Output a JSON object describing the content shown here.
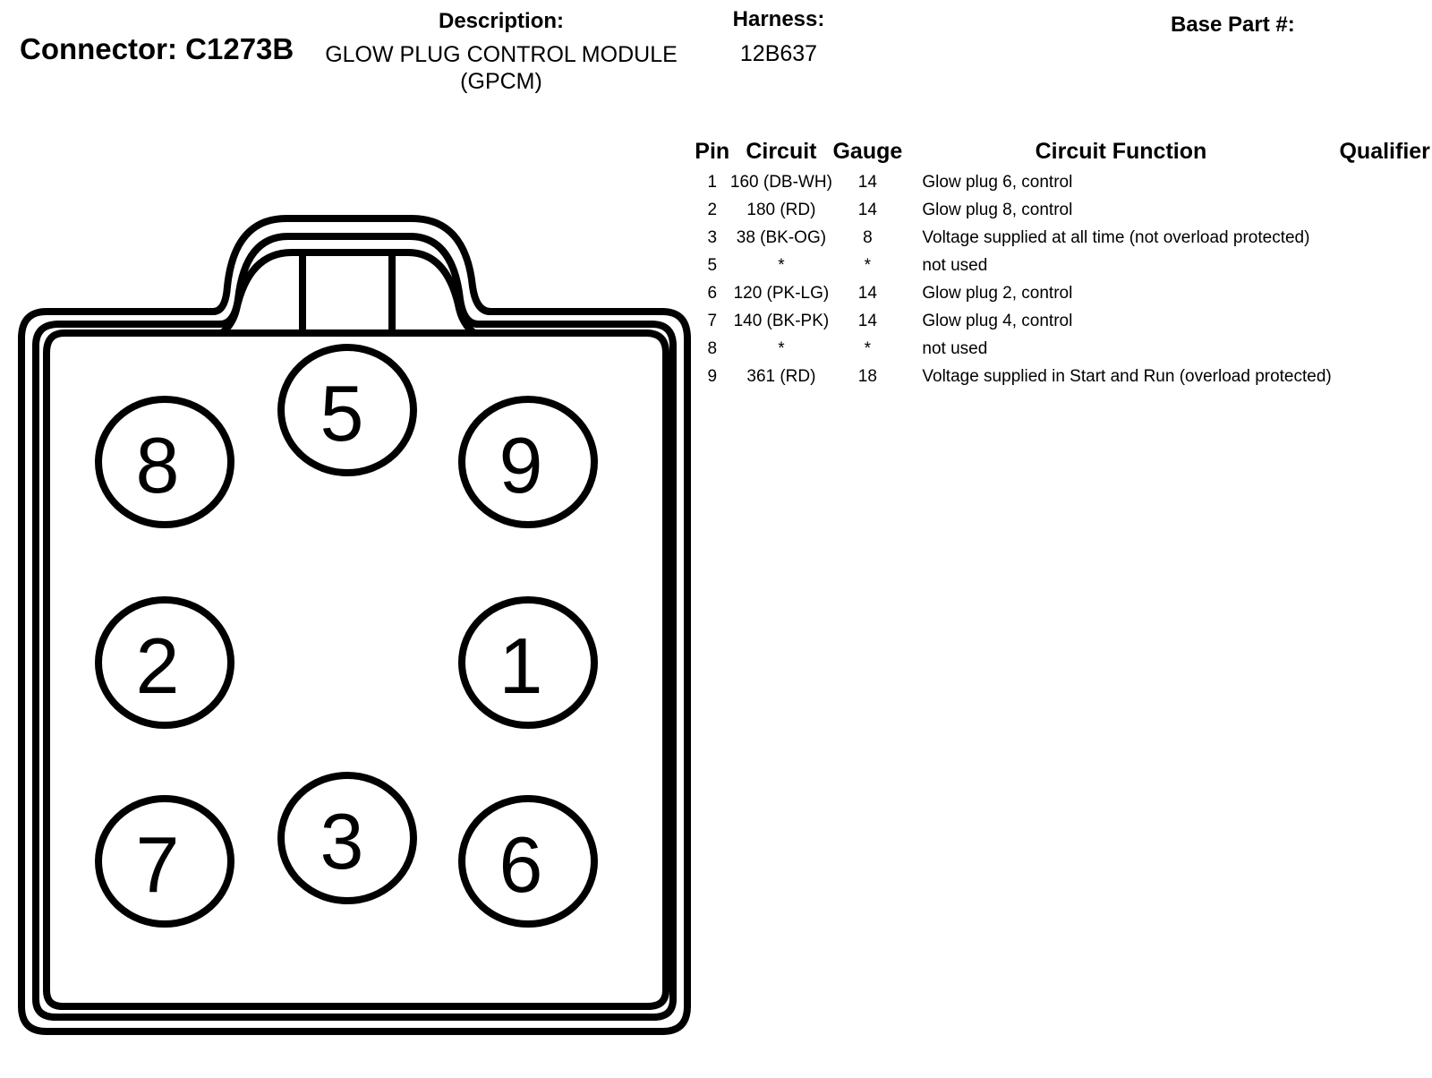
{
  "header": {
    "connector_label": "Connector: C1273B",
    "description_label": "Description:",
    "description_line1": "GLOW PLUG CONTROL MODULE",
    "description_line2": "(GPCM)",
    "harness_label": "Harness:",
    "harness_value": "12B637",
    "base_part_label": "Base Part #:"
  },
  "table": {
    "headers": {
      "pin": "Pin",
      "circuit": "Circuit",
      "gauge": "Gauge",
      "function": "Circuit Function",
      "qualifier": "Qualifier"
    },
    "rows": [
      {
        "pin": "1",
        "circuit": "160 (DB-WH)",
        "gauge": "14",
        "function": "Glow plug 6, control",
        "qualifier": ""
      },
      {
        "pin": "2",
        "circuit": "180 (RD)",
        "gauge": "14",
        "function": "Glow plug 8, control",
        "qualifier": ""
      },
      {
        "pin": "3",
        "circuit": "38 (BK-OG)",
        "gauge": "8",
        "function": "Voltage supplied at all time (not overload protected)",
        "qualifier": ""
      },
      {
        "pin": "5",
        "circuit": "*",
        "gauge": "*",
        "function": "not used",
        "qualifier": ""
      },
      {
        "pin": "6",
        "circuit": "120 (PK-LG)",
        "gauge": "14",
        "function": "Glow plug 2, control",
        "qualifier": ""
      },
      {
        "pin": "7",
        "circuit": "140 (BK-PK)",
        "gauge": "14",
        "function": "Glow plug 4, control",
        "qualifier": ""
      },
      {
        "pin": "8",
        "circuit": "*",
        "gauge": "*",
        "function": "not used",
        "qualifier": ""
      },
      {
        "pin": "9",
        "circuit": "361 (RD)",
        "gauge": "18",
        "function": "Voltage supplied in Start and Run (overload protected)",
        "qualifier": ""
      }
    ]
  },
  "connector_pins": [
    "5",
    "8",
    "9",
    "2",
    "1",
    "3",
    "7",
    "6"
  ]
}
